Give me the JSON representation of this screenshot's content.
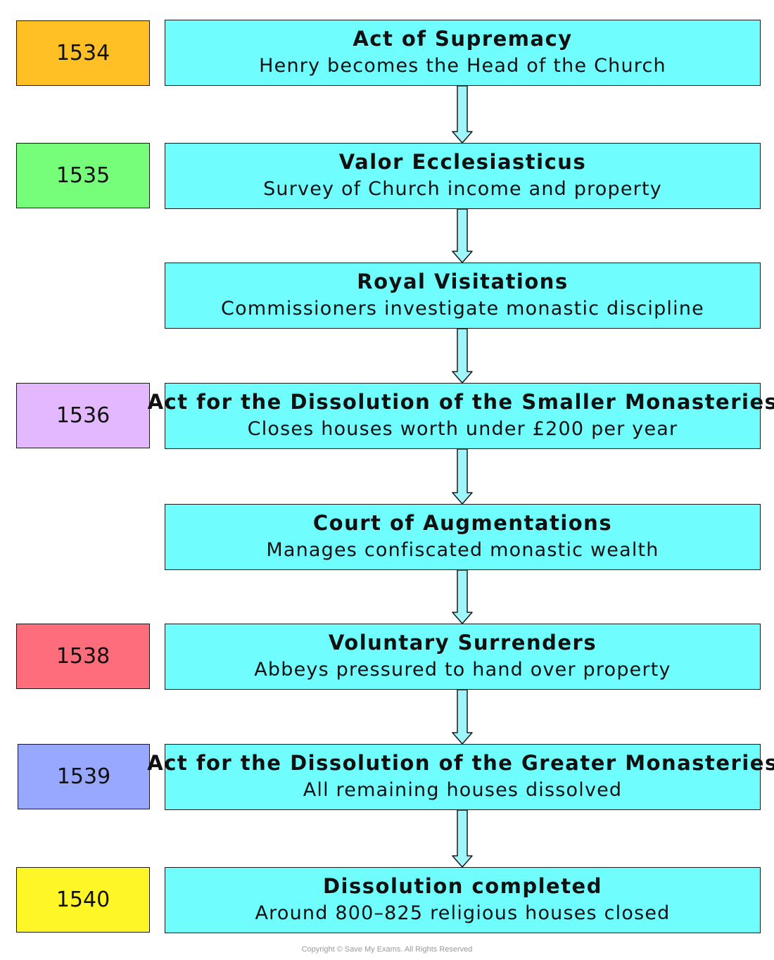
{
  "colors": {
    "event_fill": "#6ffdfe",
    "arrow_fill": "#9ef6fa",
    "border": "#1a1a1a"
  },
  "events": [
    {
      "year": "1534",
      "year_color": "#fec025",
      "title": "Act of Supremacy",
      "description": "Henry becomes the Head of the Church"
    },
    {
      "year": "1535",
      "year_color": "#76fe7a",
      "title": "Valor Ecclesiasticus",
      "description": "Survey of Church income and property"
    },
    {
      "year": "",
      "year_color": "",
      "title": "Royal Visitations",
      "description": "Commissioners investigate monastic discipline"
    },
    {
      "year": "1536",
      "year_color": "#e3b8fe",
      "title": "Act for the Dissolution of the Smaller Monasteries",
      "description": "Closes houses worth under £200 per year"
    },
    {
      "year": "",
      "year_color": "",
      "title": "Court of Augmentations",
      "description": "Manages confiscated monastic wealth"
    },
    {
      "year": "1538",
      "year_color": "#fe6d7c",
      "title": "Voluntary Surrenders",
      "description": "Abbeys pressured to hand over property"
    },
    {
      "year": "1539",
      "year_color": "#97a8fe",
      "title": "Act for the Dissolution of the Greater Monasteries",
      "description": "All remaining houses dissolved"
    },
    {
      "year": "1540",
      "year_color": "#fef627",
      "title": "Dissolution completed",
      "description": "Around 800–825 religious houses closed"
    }
  ],
  "copyright": "Copyright © Save My Exams. All Rights Reserved"
}
